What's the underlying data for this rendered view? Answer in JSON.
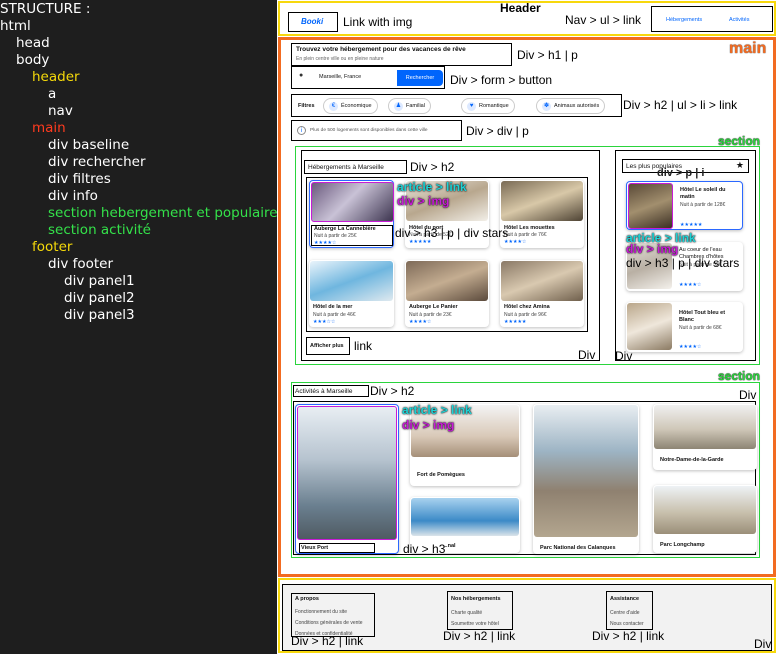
{
  "tree": {
    "title": "STRUCTURE :",
    "html": "html",
    "head": "head",
    "body": "body",
    "header": "header",
    "a": "a",
    "nav": "nav",
    "main": "main",
    "baseline": "div baseline",
    "rechercher": "div rechercher",
    "filtres": "div filtres",
    "info": "div info",
    "sec_heb": "section hebergement et populaire",
    "sec_act": "section activité",
    "footer": "footer",
    "div_footer": "div footer",
    "panel1": "div panel1",
    "panel2": "div panel2",
    "panel3": "div panel3"
  },
  "header": {
    "tag": "Header",
    "logo": "Booki",
    "logo_label": "Link with img",
    "nav_label": "Nav > ul > link",
    "nav_items": [
      "Hébergements",
      "Activités"
    ]
  },
  "main": {
    "tag": "main",
    "baseline": {
      "title": "Trouvez votre hébergement pour des vacances de rêve",
      "subtitle": "En plein centre ville ou en pleine nature",
      "label": "Div > h1 | p"
    },
    "search": {
      "value": "Marseille, France",
      "button": "Rechercher",
      "label": "Div > form > button"
    },
    "filters": {
      "title": "Filtres",
      "items": [
        "Économique",
        "Familial",
        "Romantique",
        "Animaux autorisés"
      ],
      "label": "Div > h2 | ul > li > link"
    },
    "info": {
      "text": "Plus de 500 logements sont disponibles dans cette ville",
      "label": "Div > div | p"
    }
  },
  "section_tag": "section",
  "hebergements": {
    "title": "Hébergements à Marseille",
    "title_label": "Div > h2",
    "article_label": "article > link",
    "img_label": "div > img",
    "body_label": "div > h3 | p | div stars",
    "more": "Afficher plus",
    "more_label": "link",
    "div_label": "Div",
    "cards": [
      {
        "name": "Auberge La Cannebière",
        "price": "Nuit à partir de 25€",
        "stars": "★★★★☆"
      },
      {
        "name": "Hôtel du port",
        "price": "Nuit à partir de 52€",
        "stars": "★★★★★"
      },
      {
        "name": "Hôtel Les mouettes",
        "price": "Nuit à partir de 76€",
        "stars": "★★★★☆"
      },
      {
        "name": "Hôtel de la mer",
        "price": "Nuit à partir de 46€",
        "stars": "★★★☆☆"
      },
      {
        "name": "Auberge Le Panier",
        "price": "Nuit à partir de 23€",
        "stars": "★★★★☆"
      },
      {
        "name": "Hôtel chez Amina",
        "price": "Nuit à partir de 96€",
        "stars": "★★★★★"
      }
    ]
  },
  "populaires": {
    "title": "Les plus populaires",
    "title_label": "div > p | i",
    "article_label": "article > link",
    "img_label": "div > img",
    "body_label": "div > h3 | p | div stars",
    "div_label": "Div",
    "cards": [
      {
        "name": "Hôtel Le soleil du matin",
        "price": "Nuit à partir de 128€",
        "stars": "★★★★★"
      },
      {
        "name": "Au coeur de l'eau Chambres d'hôtes",
        "price": "Nuit à partir de 52€",
        "stars": "★★★★☆"
      },
      {
        "name": "Hôtel Tout bleu et Blanc",
        "price": "Nuit à partir de 68€",
        "stars": "★★★★☆"
      }
    ]
  },
  "activites": {
    "title": "Activités à Marseille",
    "title_label": "Div > h2",
    "div_label": "Div",
    "article_label": "article > link",
    "img_label": "div > img",
    "h3_label": "div > h3",
    "items": [
      "Vieux Port",
      "Fort de Pomègues",
      "Parc National des Calanques",
      "Notre-Dame-de-la-Garde",
      "Parc Longchamp"
    ],
    "partial": "...nal"
  },
  "footer": {
    "tag": "footer",
    "div_label": "Div",
    "panel_label": "Div > h2 | link",
    "panels": [
      {
        "title": "A propos",
        "links": [
          "Fonctionnement du site",
          "Conditions générales de vente",
          "Données et confidentialité"
        ]
      },
      {
        "title": "Nos hébergements",
        "links": [
          "Charte qualité",
          "Soumettre votre hôtel"
        ]
      },
      {
        "title": "Assistance",
        "links": [
          "Centre d'aide",
          "Nous contacter"
        ]
      }
    ]
  },
  "colors": {
    "header": "#f7d80d",
    "main": "#f26b21",
    "section": "#2ad43c",
    "article": "#1fd3d6",
    "img": "#c71bd6",
    "brand": "#0065fc"
  }
}
